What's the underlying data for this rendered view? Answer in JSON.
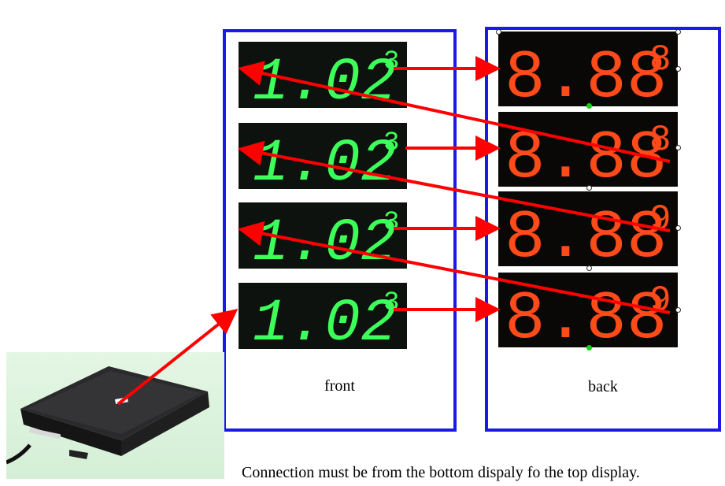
{
  "front": {
    "label": "front",
    "digits": [
      "1.02",
      "1.02",
      "1.02",
      "1.02"
    ],
    "superscripts": [
      "3",
      "3",
      "3",
      "3"
    ]
  },
  "back": {
    "label": "back",
    "digits": [
      "8.88",
      "8.88",
      "8.88",
      "8.88"
    ],
    "superscripts": [
      "8",
      "8",
      "9",
      "9"
    ]
  },
  "caption": "Connection must be from the bottom dispaly fo the top display.",
  "colors": {
    "panel_border": "#1a1ae6",
    "arrow": "#ff0000",
    "front_led": "#3cff5a",
    "back_led": "#ff4a1a"
  }
}
